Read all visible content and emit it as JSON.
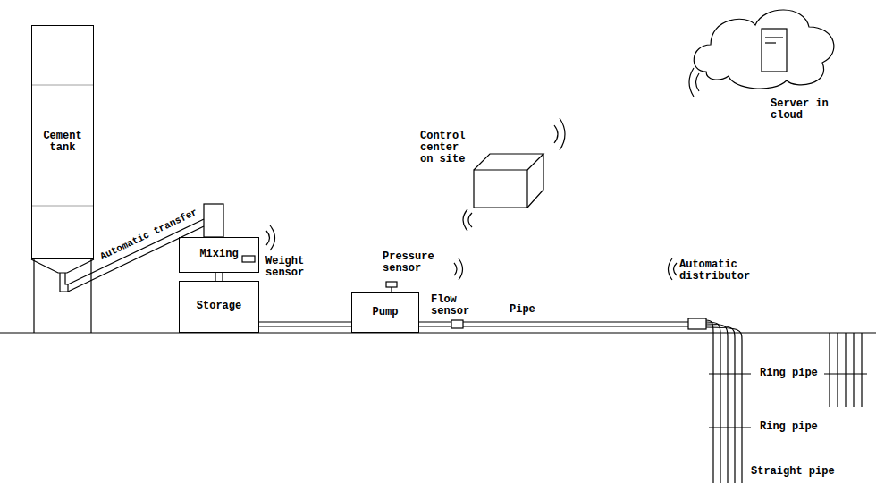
{
  "diagram": {
    "nodes": [
      {
        "text": [
          "Cement tank"
        ]
      },
      {
        "text": [
          "Mixing"
        ]
      },
      {
        "text": [
          "Storage"
        ]
      },
      {
        "text": [
          "Pump"
        ]
      }
    ],
    "edges": [
      {
        "from": 2,
        "to": 3,
        "arrow": "none"
      }
    ],
    "labels": [
      "Automatic transfer",
      "Weight sensor",
      "Pressure sensor",
      "Flow sensor",
      "Pipe",
      "Control center on site",
      "Server in cloud",
      "Automatic distributor",
      "Ring pipe",
      "Ring pipe",
      "Straight pipe"
    ]
  }
}
